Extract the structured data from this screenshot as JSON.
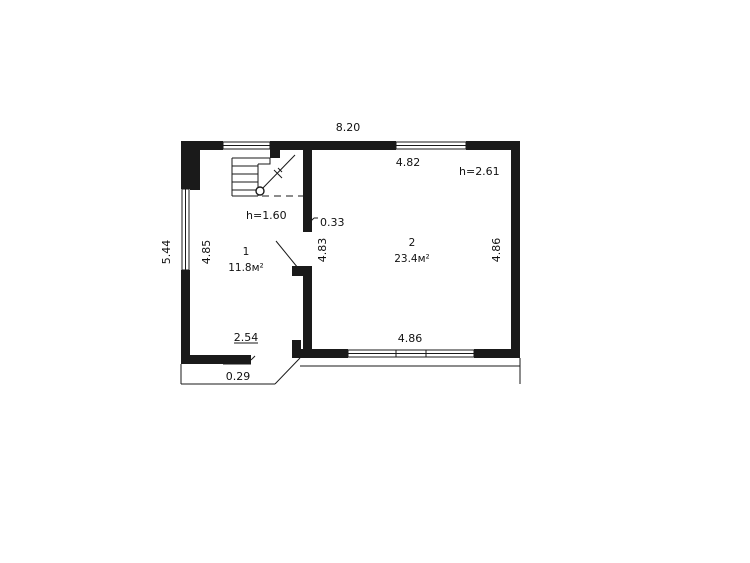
{
  "plan": {
    "dims": {
      "overall_width": "8.20",
      "overall_depth": "5.44",
      "top_right": "4.82",
      "room1_depth": "4.85",
      "partition_length": "4.83",
      "room2_depth": "4.86",
      "bottom_right": "4.86",
      "bottom_left": "2.54",
      "stair_offset": "0.33",
      "porch": "0.29"
    },
    "heights": {
      "room2": "h=2.61",
      "stair": "h=1.60"
    },
    "rooms": [
      {
        "number": "1",
        "area": "11.8м²"
      },
      {
        "number": "2",
        "area": "23.4м²"
      }
    ]
  }
}
